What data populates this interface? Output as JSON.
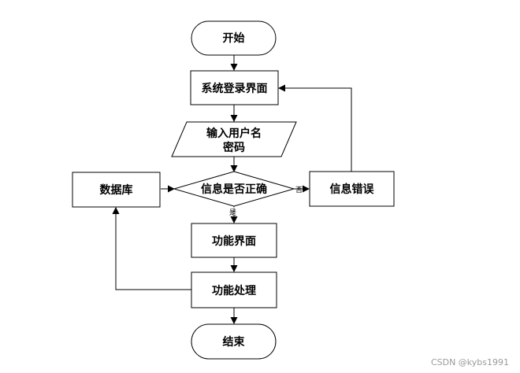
{
  "flowchart": {
    "start": "开始",
    "login_screen": "系统登录界面",
    "input_line1": "输入用户名",
    "input_line2": "密码",
    "decision": "信息是否正确",
    "database": "数据库",
    "error": "信息错误",
    "function_screen": "功能界面",
    "function_process": "功能处理",
    "end": "结束",
    "yes_label": "是",
    "no_label": "否"
  },
  "watermark": "CSDN @kybs1991"
}
